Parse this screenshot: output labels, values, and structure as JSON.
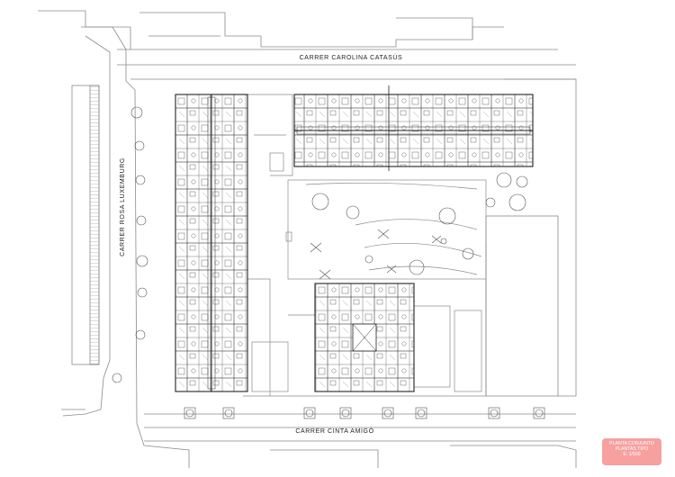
{
  "streets": {
    "north": "CARRER CAROLINA CATASÚS",
    "west": "CARRER ROSA LUXEMBURG",
    "south": "CARRER CINTA AMIGÓ"
  },
  "badge": {
    "line1": "PLANTA CONJUNTO",
    "line2": "PLANTAS TIPO",
    "line3": "E: 1/500"
  },
  "colors": {
    "line": "#222222",
    "thin_line": "#8a8a8a",
    "badge": "#f6a0a0"
  }
}
